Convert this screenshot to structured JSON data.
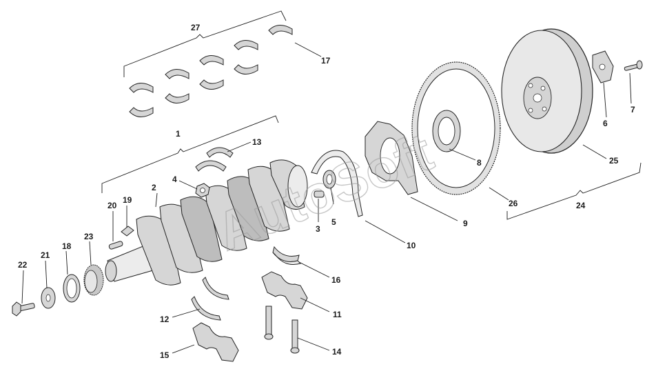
{
  "watermark": "AutoSoft",
  "callouts": {
    "c1": "1",
    "c2": "2",
    "c3": "3",
    "c4": "4",
    "c5": "5",
    "c6": "6",
    "c7": "7",
    "c8": "8",
    "c9": "9",
    "c10": "10",
    "c11": "11",
    "c12": "12",
    "c13": "13",
    "c14": "14",
    "c15": "15",
    "c16": "16",
    "c17": "17",
    "c18": "18",
    "c19": "19",
    "c20": "20",
    "c21": "21",
    "c22": "22",
    "c23": "23",
    "c24": "24",
    "c25": "25",
    "c26": "26",
    "c27": "27"
  },
  "colors": {
    "line": "#1a1a1a",
    "part_fill": "#d6d6d6",
    "background": "#ffffff"
  }
}
